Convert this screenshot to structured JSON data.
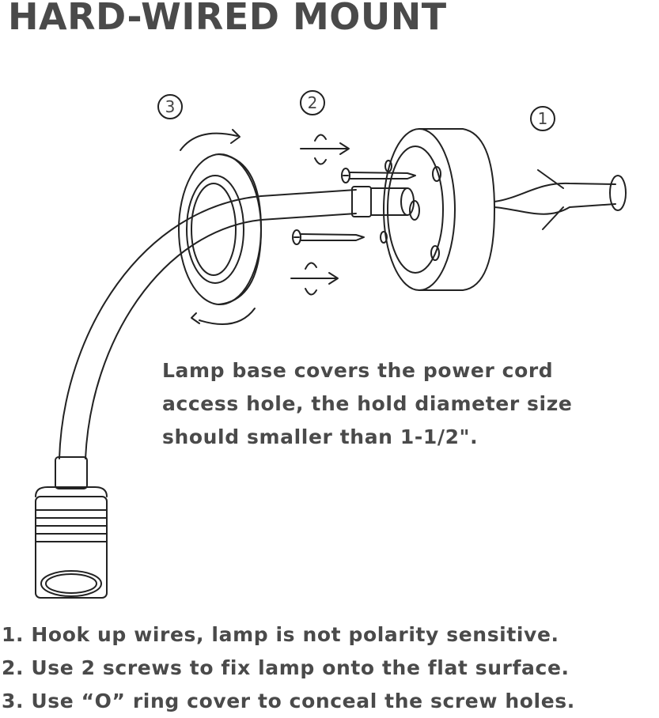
{
  "title": "HARD-WIRED MOUNT",
  "callouts": [
    "1",
    "2",
    "3"
  ],
  "note_lines": [
    "Lamp base covers the power cord",
    "access hole, the hold diameter size",
    "should smaller than 1-1/2\"."
  ],
  "steps": [
    "1. Hook up wires, lamp is not polarity sensitive.",
    "2. Use 2 screws to fix lamp onto the flat surface.",
    "3. Use “O” ring cover to conceal the screw holes."
  ]
}
